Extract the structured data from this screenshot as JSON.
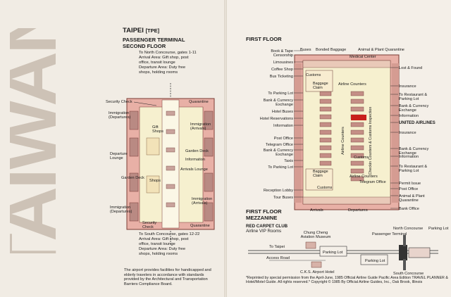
{
  "left": {
    "country": "TAIWAN",
    "city_code": "TAIPEI",
    "iata": "[TPE]",
    "terminal": "PASSENGER TERMINAL",
    "floor": "SECOND FLOOR",
    "north_concourse_note": [
      "To North Concourse, gates 1-11",
      "Arrival Area: Gift shop, post",
      "office, transit lounge",
      "Departure Area: Duty free",
      "shops, holding rooms"
    ],
    "south_concourse_note": [
      "To South Concourse, gates 12-22",
      "Arrival Area: Gift shop, post",
      "office, transit lounge",
      "Departure Area: Duty free",
      "shops, holding rooms"
    ],
    "labels": {
      "security_check_top": "Security Check",
      "quarantine_top": "Quarantine",
      "immigration_dep_top": "Immigration\n(Departures)",
      "immigration_arr_top": "Immigration\n(Arrivals)",
      "gift_shops": "Gift\nShops",
      "departure_lounge": "Departure\nLounge",
      "garden_deck_right": "Garden Deck",
      "information": "Information",
      "arrivals_lounge": "Arrivals Lounge",
      "garden_deck_left": "Garden Deck",
      "shops": "Shops",
      "immigration_arr_bottom": "Immigration\n(Arrivals)",
      "immigration_dep_bottom": "Immigration\n(Departures)",
      "security_check_bottom": "Security\nCheck",
      "quarantine_bottom": "Quarantine"
    },
    "footnote": "The airport provides facilities for handicapped and elderly travelers in accordance with standards provided by the Architectural and Transportation Barriers Compliance Board."
  },
  "right": {
    "first_floor_title": "FIRST FLOOR",
    "labels_left": [
      "Book & Tape Censorship",
      "Limousines",
      "Coffee Shop",
      "Bus Ticketing",
      "To Parking Lot",
      "Bank & Currency Exchange",
      "Hotel Buses",
      "Hotel Reservations",
      "Information",
      "Post Office",
      "Telegram Office",
      "Bank & Currency Exchange",
      "Taxis",
      "To Parking Lot",
      "Reception Lobby",
      "Tour Buses"
    ],
    "labels_right": [
      "Lost & Found",
      "Insurance",
      "To Restaurant & Parking Lot",
      "Bank & Currency Exchange",
      "Information",
      "UNITED AIRLINES",
      "Insurance",
      "Bank & Currency Exchange",
      "Information",
      "To Restaurant & Parking Lot",
      "Permit Issue",
      "Post Office",
      "Animal & Plant Quarantine",
      "Bank Office"
    ],
    "labels_top": [
      "Buses",
      "Bonded Baggage",
      "Animal & Plant Quarantine",
      "Medical Center"
    ],
    "labels_inside": {
      "customs_top": "Customs",
      "baggage_claim_top": "Baggage\nClaim",
      "airline_counters_top": "Airline Counters",
      "airline_counters_vert": "Airline Counters",
      "checkin_vert": "Checkin Counters & Customs Inspection",
      "customs_mid": "Customs",
      "baggage_claim_bottom": "Baggage\nClaim",
      "airline_counters_bottom": "Airline Counters",
      "customs_bottom": "Customs",
      "telegram_office_inside": "Telegram Office"
    },
    "labels_bottom": [
      "Arrivals",
      "Departures"
    ],
    "mezzanine_title": "FIRST FLOOR\nMEZZANINE",
    "red_carpet": "RED CARPET CLUB",
    "red_carpet_sub": "Airline VIP Rooms",
    "site": {
      "chung_cheng": "Chung Cheng\nAviation Museum",
      "passenger_terminal": "Passenger Terminal",
      "north_concourse": "North Concourse",
      "parking_lot_1": "Parking Lot",
      "to_taipei": "To Taipei",
      "access_road": "Access Road",
      "parking_lot_2": "Parking Lot",
      "parking_lot_3": "Parking Lot",
      "cks_hotel": "C.K.S. Airport Hotel",
      "south_concourse": "South Concourse"
    },
    "credit": "*Reprinted by special permission from the April-June, 1985 Official Airline Guide Pacific Area Edition TRAVEL PLANNER & Hotel/Motel Guide. All rights reserved.*  Copyright © 1985 By Official Airline Guides, Inc., Oak Brook, Illinois"
  },
  "colors": {
    "terminal_pink": "#e8b0a6",
    "terminal_dark": "#7a3b34",
    "floor_cream": "#f6f0cf",
    "united_red": "#c8201c",
    "title_gray": "#c9beb2"
  }
}
